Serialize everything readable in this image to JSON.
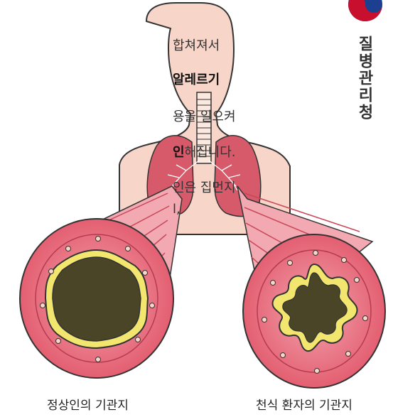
{
  "text_block": {
    "line1": "합쳐져서",
    "line2": "알레르기",
    "line3": "용을 일으켜",
    "line4_bold": "인",
    "line4_rest": "해집니다.",
    "line5": "인은 집먼지",
    "line6": "l,"
  },
  "captions": {
    "left": "정상인의 기관지",
    "right": "천식 환자의 기관지"
  },
  "org": {
    "name": "질병관리청"
  },
  "colors": {
    "body": "#f7d5c8",
    "body_outline": "#333333",
    "airway_wall": "#e86a7a",
    "airway_light": "#f7b9bd",
    "lumen": "#4a4526",
    "lining": "#f2e66e",
    "lung": "#d65a6a",
    "emblem_blue": "#1c3f8f",
    "emblem_red": "#c8102e"
  }
}
